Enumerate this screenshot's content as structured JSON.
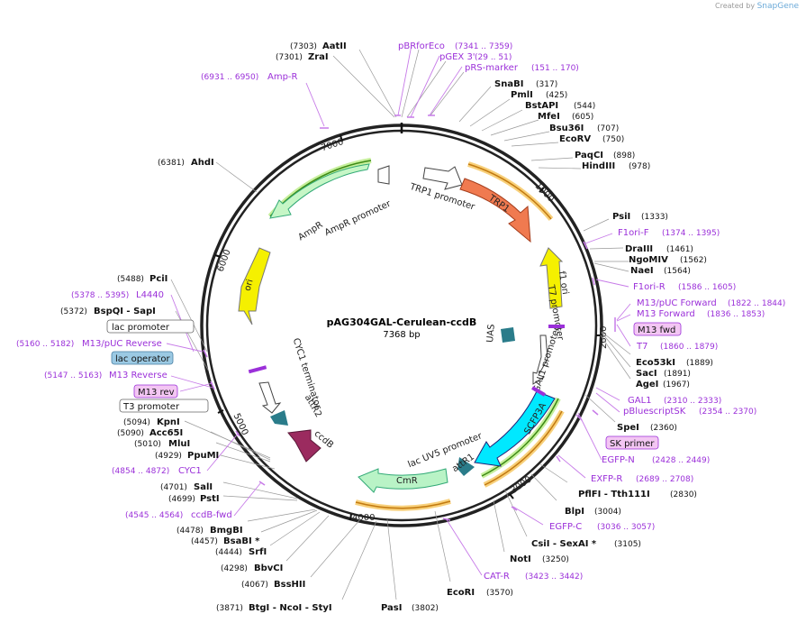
{
  "header": {
    "created_by": "Created by",
    "brand": "SnapGene"
  },
  "plasmid": {
    "name": "pAG304GAL-Cerulean-ccdB",
    "size": "7368 bp"
  },
  "ticks": [
    "1000",
    "2000",
    "3000",
    "4000",
    "5000",
    "6000",
    "7000"
  ],
  "features": [
    "TRP1 promoter",
    "TRP1",
    "f1 ori",
    "T7 promoter",
    "GAL1 promoter",
    "UAS",
    "SCFP3A",
    "lac UV5 promoter",
    "attR1",
    "CmR",
    "ccdB",
    "attR2",
    "CYC1 terminator",
    "ori",
    "AmpR",
    "AmpR promoter"
  ],
  "enzymes": [
    {
      "name": "AatII",
      "pos": "(7303)"
    },
    {
      "name": "ZraI",
      "pos": "(7301)"
    },
    {
      "name": "SnaBI",
      "pos": "(317)"
    },
    {
      "name": "PmlI",
      "pos": "(425)"
    },
    {
      "name": "BstAPI",
      "pos": "(544)"
    },
    {
      "name": "MfeI",
      "pos": "(605)"
    },
    {
      "name": "Bsu36I",
      "pos": "(707)"
    },
    {
      "name": "EcoRV",
      "pos": "(750)"
    },
    {
      "name": "PaqCI",
      "pos": "(898)"
    },
    {
      "name": "HindIII",
      "pos": "(978)"
    },
    {
      "name": "PsiI",
      "pos": "(1333)"
    },
    {
      "name": "DraIII",
      "pos": "(1461)"
    },
    {
      "name": "NgoMIV",
      "pos": "(1562)"
    },
    {
      "name": "NaeI",
      "pos": "(1564)"
    },
    {
      "name": "Eco53kI",
      "pos": "(1889)"
    },
    {
      "name": "SacI",
      "pos": "(1891)"
    },
    {
      "name": "AgeI",
      "pos": "(1967)"
    },
    {
      "name": "SpeI",
      "pos": "(2360)"
    },
    {
      "name": "PflFI - Tth111I",
      "pos": "(2830)"
    },
    {
      "name": "BlpI",
      "pos": "(3004)"
    },
    {
      "name": "CsiI - SexAI *",
      "pos": "(3105)"
    },
    {
      "name": "NotI",
      "pos": "(3250)"
    },
    {
      "name": "EcoRI",
      "pos": "(3570)"
    },
    {
      "name": "PasI",
      "pos": "(3802)"
    },
    {
      "name": "BtgI - NcoI - StyI",
      "pos": "(3871)"
    },
    {
      "name": "BssHII",
      "pos": "(4067)"
    },
    {
      "name": "BbvCI",
      "pos": "(4298)"
    },
    {
      "name": "SrfI",
      "pos": "(4444)"
    },
    {
      "name": "BsaBI *",
      "pos": "(4457)"
    },
    {
      "name": "BmgBI",
      "pos": "(4478)"
    },
    {
      "name": "PstI",
      "pos": "(4699)"
    },
    {
      "name": "SalI",
      "pos": "(4701)"
    },
    {
      "name": "PpuMI",
      "pos": "(4929)"
    },
    {
      "name": "MluI",
      "pos": "(5010)"
    },
    {
      "name": "Acc65I",
      "pos": "(5090)"
    },
    {
      "name": "KpnI",
      "pos": "(5094)"
    },
    {
      "name": "BspQI - SapI",
      "pos": "(5372)"
    },
    {
      "name": "PciI",
      "pos": "(5488)"
    },
    {
      "name": "AhdI",
      "pos": "(6381)"
    }
  ],
  "primers": [
    {
      "name": "pBRforEco",
      "range": "(7341 .. 7359)"
    },
    {
      "name": "pGEX 3'",
      "range": "(29 .. 51)"
    },
    {
      "name": "pRS-marker",
      "range": "(151 .. 170)"
    },
    {
      "name": "Amp-R",
      "range": "(6931 .. 6950)"
    },
    {
      "name": "F1ori-F",
      "range": "(1374 .. 1395)"
    },
    {
      "name": "F1ori-R",
      "range": "(1586 .. 1605)"
    },
    {
      "name": "M13/pUC Forward",
      "range": "(1822 .. 1844)"
    },
    {
      "name": "M13 Forward",
      "range": "(1836 .. 1853)"
    },
    {
      "name": "M13 fwd",
      "range": ""
    },
    {
      "name": "T7",
      "range": "(1860 .. 1879)"
    },
    {
      "name": "GAL1",
      "range": "(2310 .. 2333)"
    },
    {
      "name": "pBluescriptSK",
      "range": "(2354 .. 2370)"
    },
    {
      "name": "SK primer",
      "range": ""
    },
    {
      "name": "EGFP-N",
      "range": "(2428 .. 2449)"
    },
    {
      "name": "EXFP-R",
      "range": "(2689 .. 2708)"
    },
    {
      "name": "EGFP-C",
      "range": "(3036 .. 3057)"
    },
    {
      "name": "CAT-R",
      "range": "(3423 .. 3442)"
    },
    {
      "name": "ccdB-fwd",
      "range": "(4545 .. 4564)"
    },
    {
      "name": "CYC1",
      "range": "(4854 .. 4872)"
    },
    {
      "name": "M13 rev",
      "range": ""
    },
    {
      "name": "M13 Reverse",
      "range": "(5147 .. 5163)"
    },
    {
      "name": "M13/pUC Reverse",
      "range": "(5160 .. 5182)"
    },
    {
      "name": "L4440",
      "range": "(5378 .. 5395)"
    }
  ],
  "boxed": {
    "lac_promoter": "lac promoter",
    "lac_operator": "lac operator",
    "t3_promoter": "T3 promoter"
  }
}
